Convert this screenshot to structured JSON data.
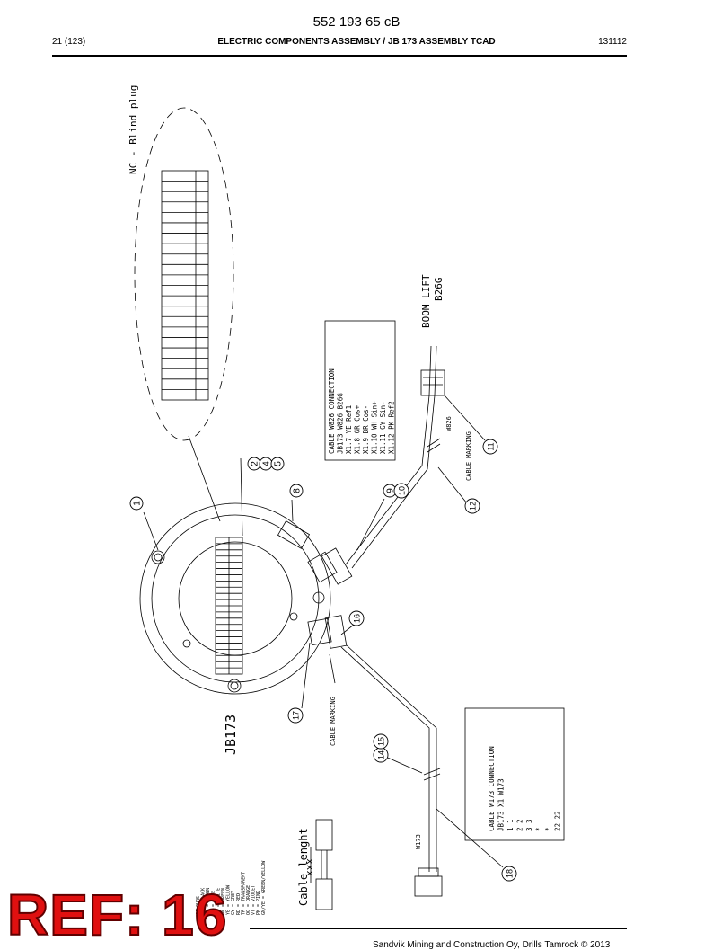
{
  "header": {
    "doc_number": "552 193 65 cB",
    "page": "21 (123)",
    "title": "ELECTRIC COMPONENTS ASSEMBLY / JB 173 ASSEMBLY TCAD",
    "date": "131112"
  },
  "drawing": {
    "nc_label": "NC - Blind plug",
    "boom_label_1": "BOOM LIFT",
    "boom_label_2": "B26G",
    "jb_label": "JB173",
    "cable_marking": "CABLE MARKING",
    "cable_w826": "W826",
    "cable_w173": "W173",
    "cable_length_label": "Cable lenght",
    "cable_length_value": "xxx",
    "table_w826": [
      "CABLE  W826 CONNECTION",
      "JB173 W826 B26G",
      "X1.7  YE   Ref1",
      "X1.8  GR   Cos+",
      "X1.9  BR   Cos-",
      "X1.10 WH   Sin+",
      "X1.11 GY   Sin-",
      "X1.12 PK   Ref2"
    ],
    "table_w173": [
      "CABLE W173 CONNECTION",
      "JB173 X1    W173",
      "  1          1",
      "  2          2",
      "  3          3",
      "       *",
      "       *",
      " 22         22"
    ],
    "legend": [
      "COLOURS",
      "BK = BLACK",
      "BN = BROWN",
      "BU = BLUE",
      "WH = WHITE",
      "GN = GREEN",
      "YE = YELLOW",
      "GY = GREY",
      "RD = RED",
      "TR = TRANSPARENT",
      "OG = ORANGE",
      "VT = VIOLET",
      "PK = PINK",
      "GN/YE = GREEN/YELLOW"
    ],
    "callouts": [
      "1",
      "2",
      "4",
      "5",
      "8",
      "9",
      "10",
      "11",
      "12",
      "14",
      "15",
      "16",
      "17",
      "18"
    ]
  },
  "stamp": {
    "text": "REF: 16"
  },
  "footer": {
    "text": "Sandvik Mining and Construction Oy, Drills Tamrock © 2013"
  }
}
